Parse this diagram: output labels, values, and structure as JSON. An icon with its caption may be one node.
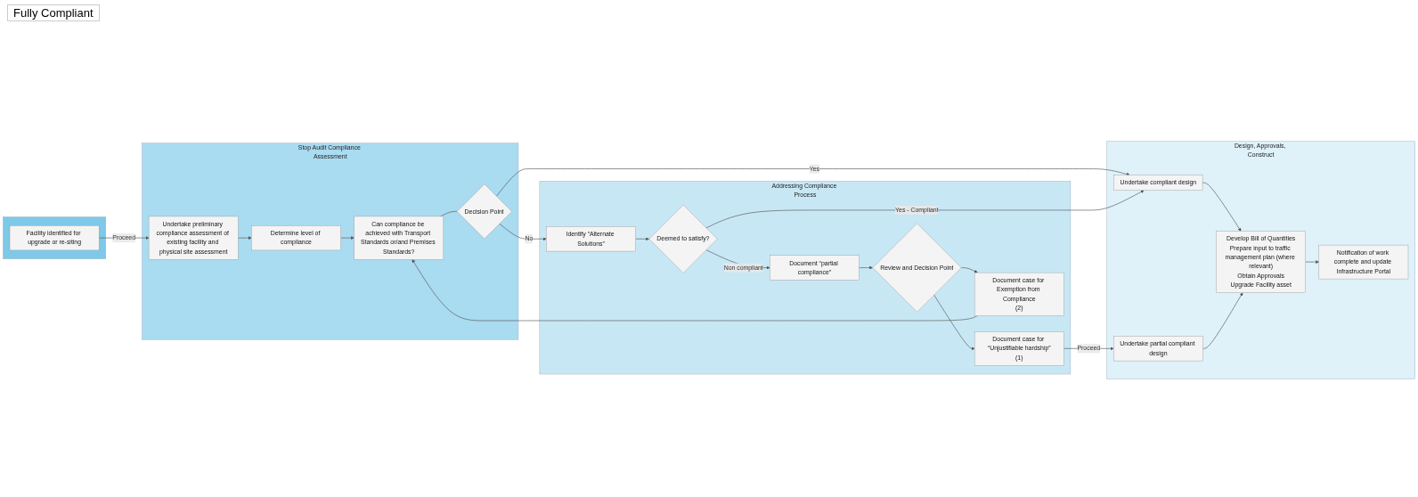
{
  "diagram": {
    "nodes": [
      {
        "text": [],
        "shape": "box"
      },
      {
        "text": [
          "Stop Audit Compliance Assessment"
        ]
      },
      {
        "text": [
          "Addressing Compliance Process"
        ]
      },
      {
        "text": [
          "Design, Approvals, Construct"
        ]
      },
      {
        "text": [
          "Facility identified for upgrade or re-siting"
        ],
        "in": 0
      },
      {
        "text": [
          "Undertake preliminary compliance assessment of existing facility and physical site assessment"
        ],
        "in": 1
      },
      {
        "text": [
          "Determine level of compliance"
        ],
        "in": 1
      },
      {
        "text": [
          "Can compliance be achieved with Transport Standards or/and Premises Standards?"
        ],
        "in": 1
      },
      {
        "text": [
          "Decision Point"
        ],
        "in": 1
      },
      {
        "text": [
          "Identify “Alternate Solutions”"
        ],
        "in": 2
      },
      {
        "text": [
          "Deemed to satisfy?"
        ],
        "in": 2
      },
      {
        "text": [
          "Document “partial compliance”"
        ],
        "in": 2
      },
      {
        "text": [
          "Review and Decision Point"
        ],
        "in": 2
      },
      {
        "text": [
          "Document case for “Unjustifiable hardship”",
          "(1)"
        ],
        "in": 2
      },
      {
        "text": [
          "Document case for Exemption from Compliance",
          "(2)"
        ],
        "in": 2
      },
      {
        "text": [
          "Undertake compliant design"
        ],
        "in": 3
      },
      {
        "text": [
          "Undertake partial compliant design"
        ],
        "in": 3
      },
      {
        "text": [
          "Develop Bill of Quantities",
          "Prepare input to traffic management plan (where relevant)",
          "Obtain Approvals",
          "Upgrade Facility asset"
        ],
        "in": 3
      },
      {
        "text": [
          "Notification of work complete and update Infrastructure Portal"
        ],
        "in": 3
      }
    ],
    "edges": [
      {
        "from": 4,
        "to": 5,
        "arrow": "to",
        "label": "Proceed"
      },
      {
        "from": 5,
        "to": 6,
        "arrow": "to"
      },
      {
        "from": 6,
        "to": 7,
        "arrow": "to"
      },
      {
        "from": 7,
        "to": 8,
        "arrow": "none"
      },
      {
        "from": 8,
        "to": 9,
        "arrow": "to",
        "label": "No"
      },
      {
        "from": 8,
        "to": 15,
        "arrow": "to",
        "label": "Yes"
      },
      {
        "from": 9,
        "to": 10,
        "arrow": "to"
      },
      {
        "from": 10,
        "to": 15,
        "arrow": "to",
        "label": "Yes - Compliant"
      },
      {
        "from": 10,
        "to": 11,
        "arrow": "to",
        "label": "Non compliant"
      },
      {
        "from": 11,
        "to": 12,
        "arrow": "to"
      },
      {
        "from": 12,
        "to": 13,
        "arrow": "to"
      },
      {
        "from": 12,
        "to": 14,
        "arrow": "to"
      },
      {
        "from": 13,
        "to": 16,
        "arrow": "to",
        "label": "Proceed"
      },
      {
        "from": 14,
        "to": 7,
        "arrow": "to"
      },
      {
        "from": 15,
        "to": 17,
        "arrow": "to"
      },
      {
        "from": 16,
        "to": 17,
        "arrow": "to"
      },
      {
        "from": 17,
        "to": 18,
        "arrow": "to"
      }
    ],
    "labels": [
      "Fully Compliant"
    ]
  }
}
